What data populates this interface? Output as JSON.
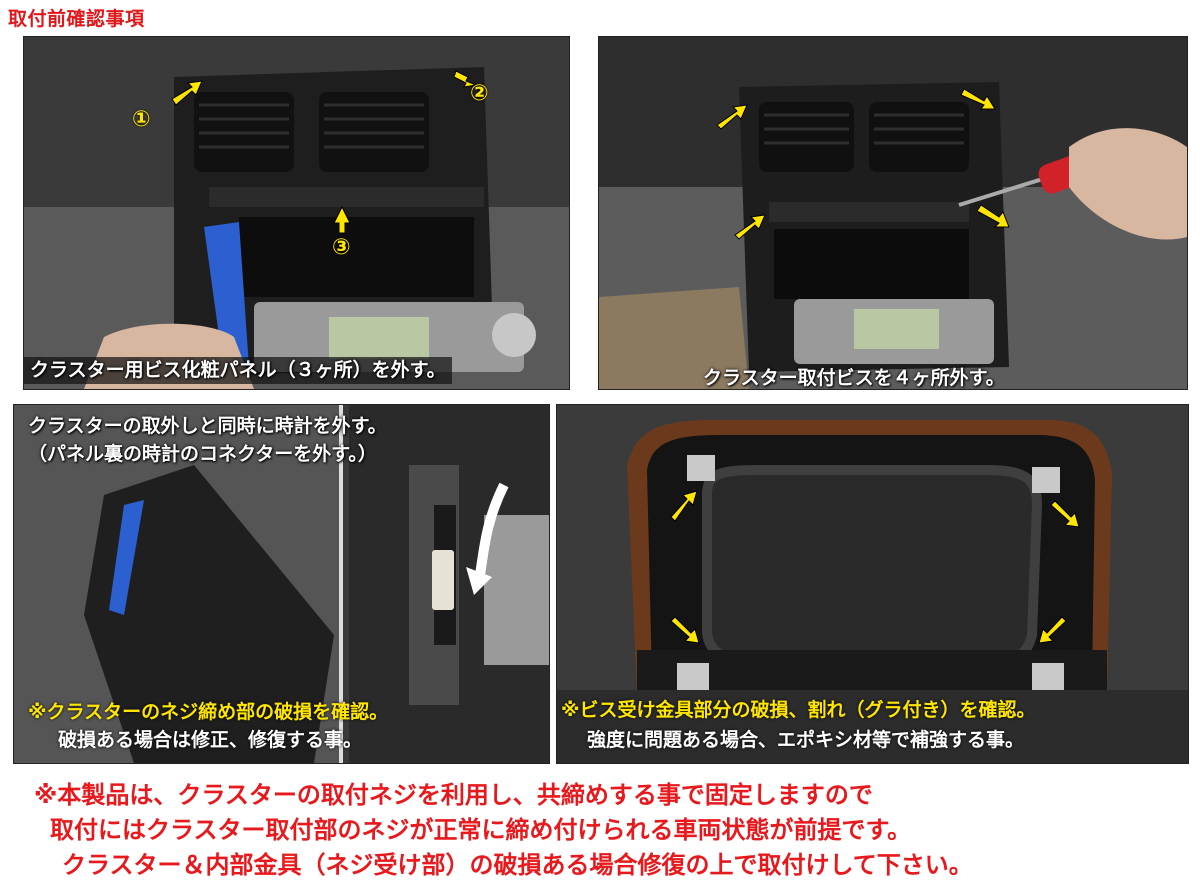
{
  "heading": "取付前確認事項",
  "photos": {
    "p1": {
      "caption": "クラスター用ビス化粧パネル（３ヶ所）を外す。",
      "markers": [
        "①",
        "②",
        "③"
      ]
    },
    "p2": {
      "caption": "クラスター取付ビスを４ヶ所外す。"
    },
    "p3": {
      "top_line1": "クラスターの取外しと同時に時計を外す。",
      "top_line2": "（パネル裏の時計のコネクターを外す。）",
      "bottom_line1": "※クラスターのネジ締め部の破損を確認。",
      "bottom_line2": "破損ある場合は修正、修復する事。"
    },
    "p4": {
      "bottom_line1": "※ビス受け金具部分の破損、割れ（グラ付き）を確認。",
      "bottom_line2": "強度に問題ある場合、エポキシ材等で補強する事。"
    }
  },
  "notice": {
    "line1": "※本製品は、クラスターの取付ネジを利用し、共締めする事で固定しますので",
    "line2": "取付にはクラスター取付部のネジが正常に締め付けられる車両状態が前提です。",
    "line3": "クラスター＆内部金具（ネジ受け部）の破損ある場合修復の上で取付けして下さい。"
  },
  "colors": {
    "heading": "#e0181c",
    "notice": "#e8191d",
    "arrow": "#ffe600",
    "caption_yellow": "#ffe600"
  },
  "icons": [
    "arrow-icon"
  ]
}
